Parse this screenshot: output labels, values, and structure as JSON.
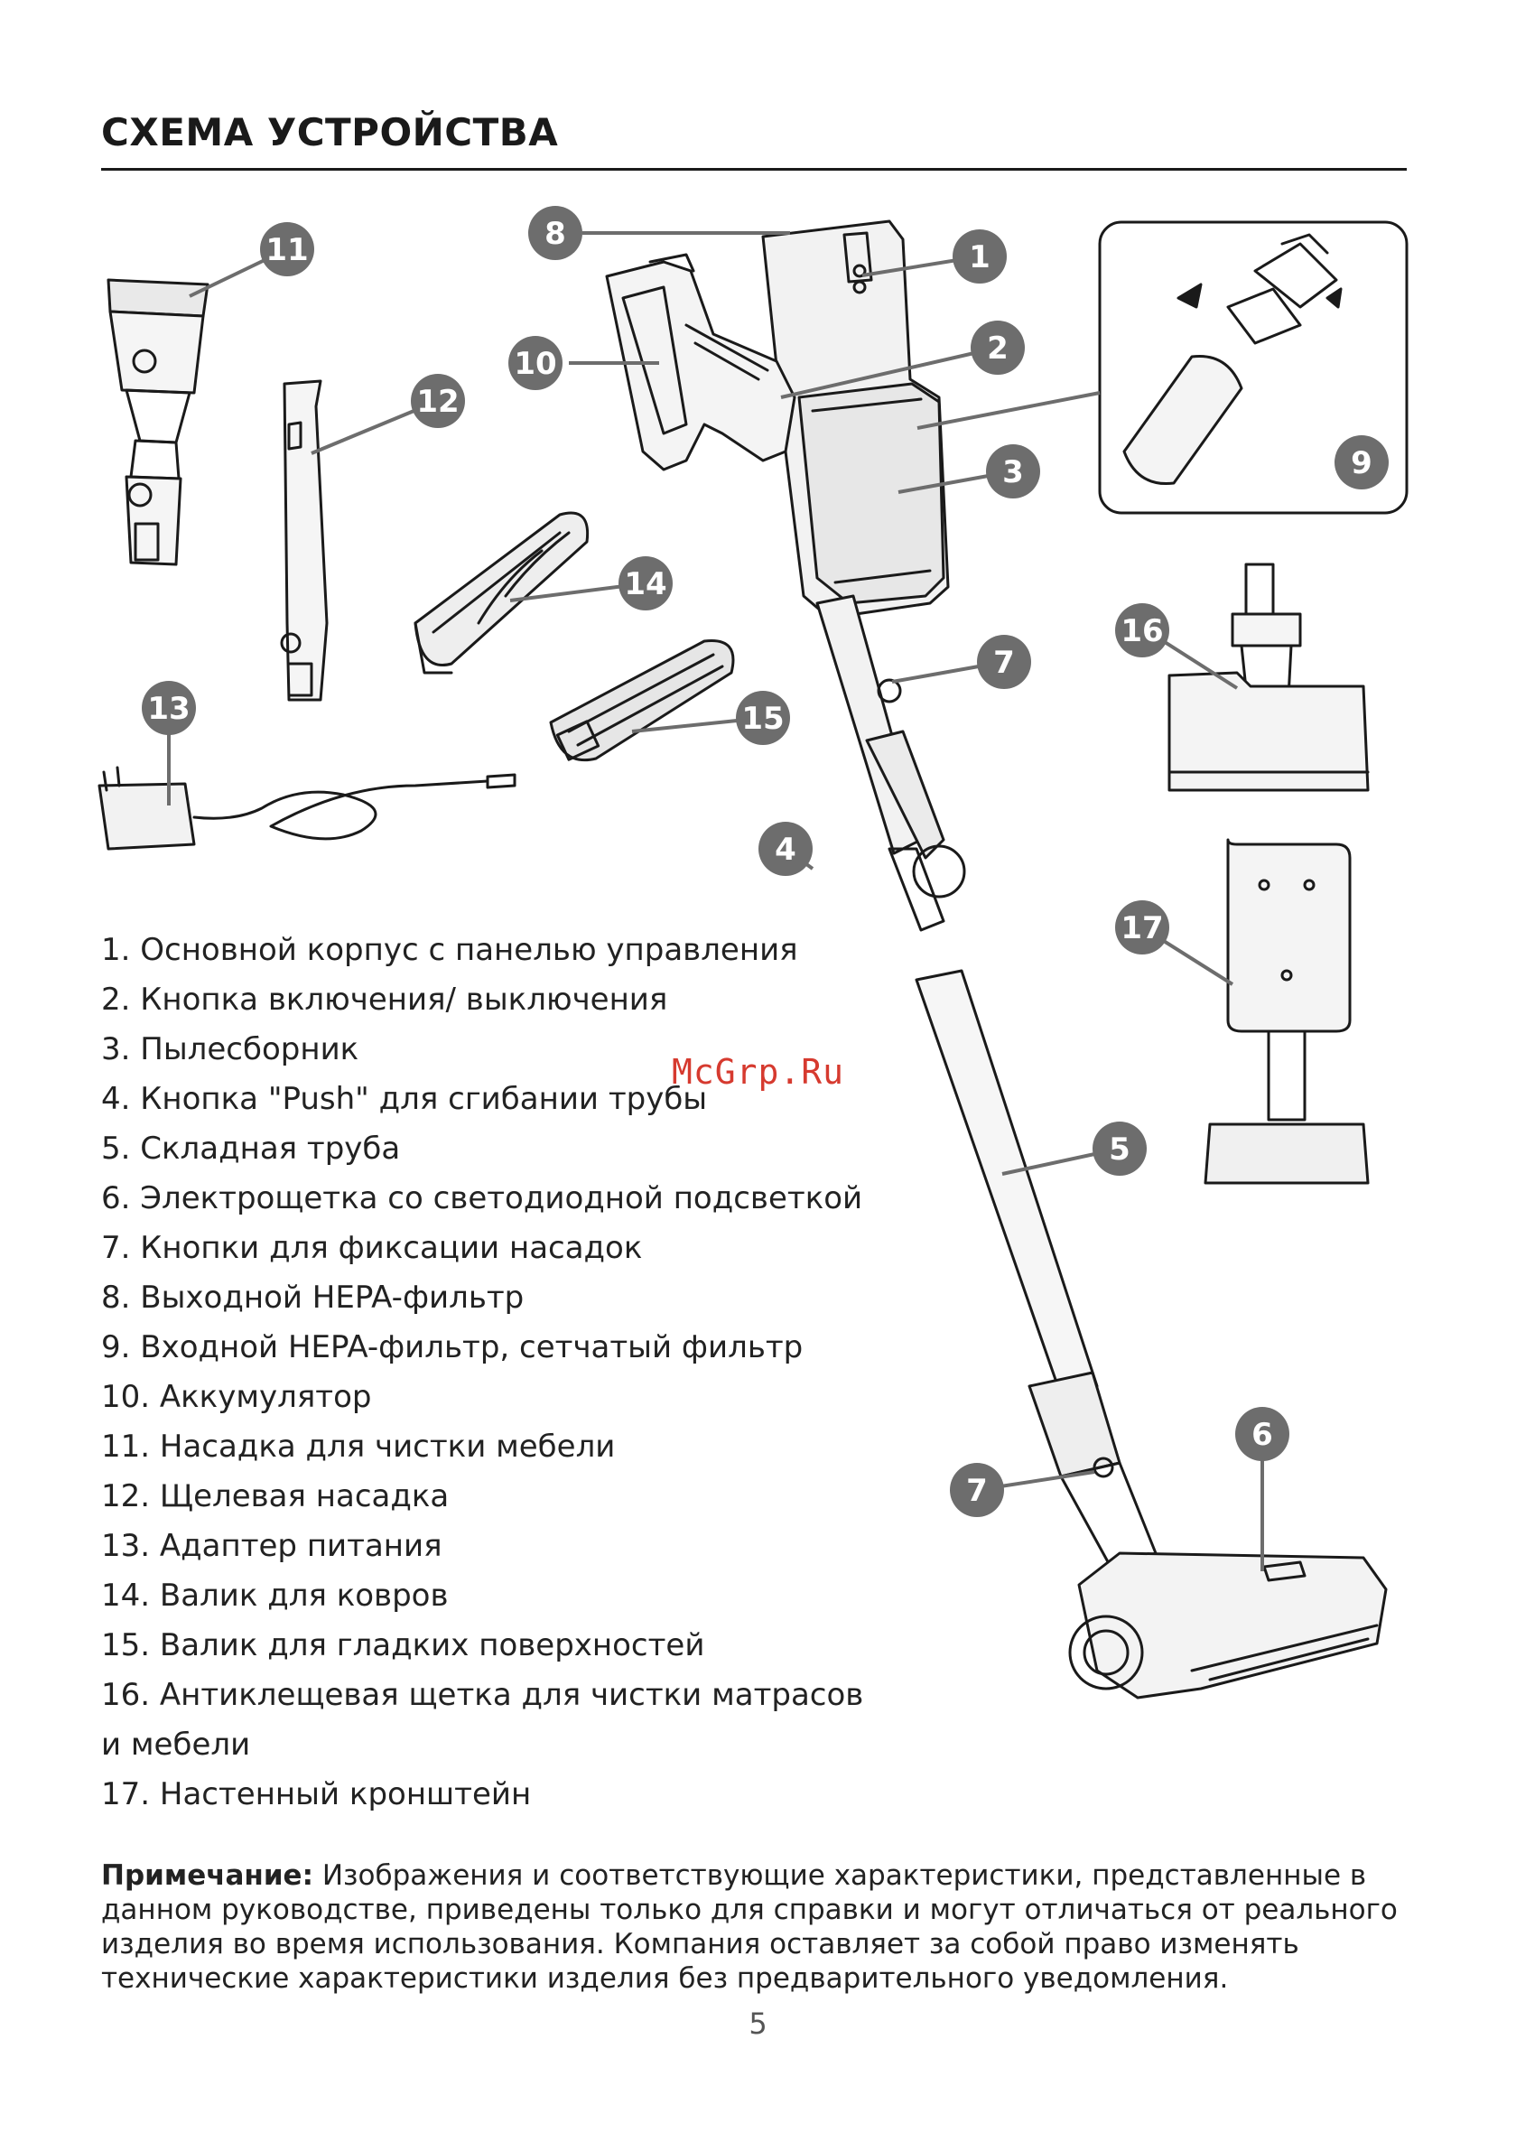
{
  "title": "СХЕМА УСТРОЙСТВА",
  "parts": [
    "1. Основной корпус с панелью управления",
    "2. Кнопка включения/ выключения",
    "3. Пылесборник",
    "4. Кнопка \"Push\" для сгибании трубы",
    "5. Складная труба",
    "6. Электрощетка со светодиодной подсветкой",
    "7. Кнопки для фиксации насадок",
    "8. Выходной HEPA-фильтр",
    "9. Входной HEPA-фильтр, сетчатый фильтр",
    "10. Аккумулятор",
    "11. Насадка для чистки мебели",
    "12. Щелевая насадка",
    "13. Адаптер питания",
    "14. Валик для ковров",
    "15. Валик для гладких поверхностей",
    "16. Антиклещевая щетка для чистки матрасов",
    "и мебели",
    "17. Настенный кронштейн"
  ],
  "callouts": [
    "1",
    "2",
    "3",
    "4",
    "5",
    "6",
    "7",
    "7",
    "8",
    "9",
    "10",
    "11",
    "12",
    "13",
    "14",
    "15",
    "16",
    "17"
  ],
  "watermark": "McGrp.Ru",
  "note": {
    "label": "Примечание:",
    "text": " Изображения и соответствующие характеристики, представленные в данном руководстве, приведены только для справки и могут отличаться от реального изделия во время использования. Компания оставляет за собой право изменять технические характеристики изделия без предварительного уведомления."
  },
  "page_number": "5",
  "colors": {
    "callout": "#6d6d6d",
    "watermark": "#d63a2f",
    "line": "#1a1a1a"
  }
}
